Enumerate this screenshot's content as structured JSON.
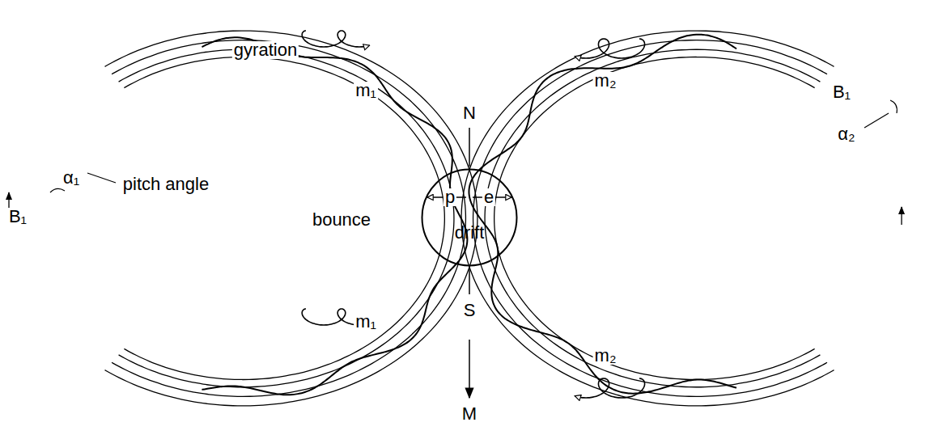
{
  "diagram": {
    "nodes": [
      {
        "text": [
          "p",
          "e",
          "drift"
        ]
      }
    ],
    "labels": [
      "gyration",
      "m₁",
      "m₁",
      "pitch angle",
      "B₁",
      "α₁",
      "bounce",
      "N",
      "S",
      "M",
      "m₂",
      "m₂",
      "B₁",
      "α₂"
    ]
  }
}
